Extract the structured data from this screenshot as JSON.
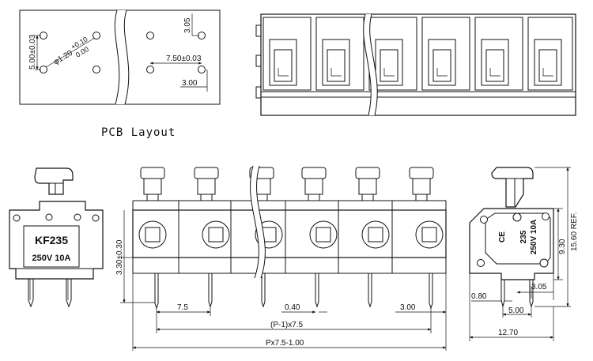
{
  "pcb_layout": {
    "caption": "PCB Layout",
    "dim_hole_diameter": "φ1.20",
    "dim_hole_tol_plus": "+0.10",
    "dim_hole_tol_minus": "0.00",
    "dim_row_spacing": "5.00±0.03",
    "dim_pitch": "7.50±0.03",
    "dim_vertical_offset": "3.05",
    "dim_edge_offset": "3.00"
  },
  "left_view": {
    "model": "KF235",
    "rating": "250V 10A"
  },
  "front_view": {
    "dim_pin_height": "3.30±0.30",
    "dim_pitch": "7.5",
    "dim_pin_width": "0.40",
    "dim_edge": "3.00",
    "dim_inner_span": "(P-1)x7.5",
    "dim_overall": "Px7.5-1.00"
  },
  "side_view": {
    "mark_ce": "CE",
    "mark_model": "235",
    "mark_rating": "250V 10A",
    "dim_height_ref": "15.60 REF.",
    "dim_body_height": "9.30",
    "dim_pin_offset": "3.05",
    "dim_pin_spacing": "5.00",
    "dim_pin_thickness": "0.80",
    "dim_depth": "12.70"
  }
}
